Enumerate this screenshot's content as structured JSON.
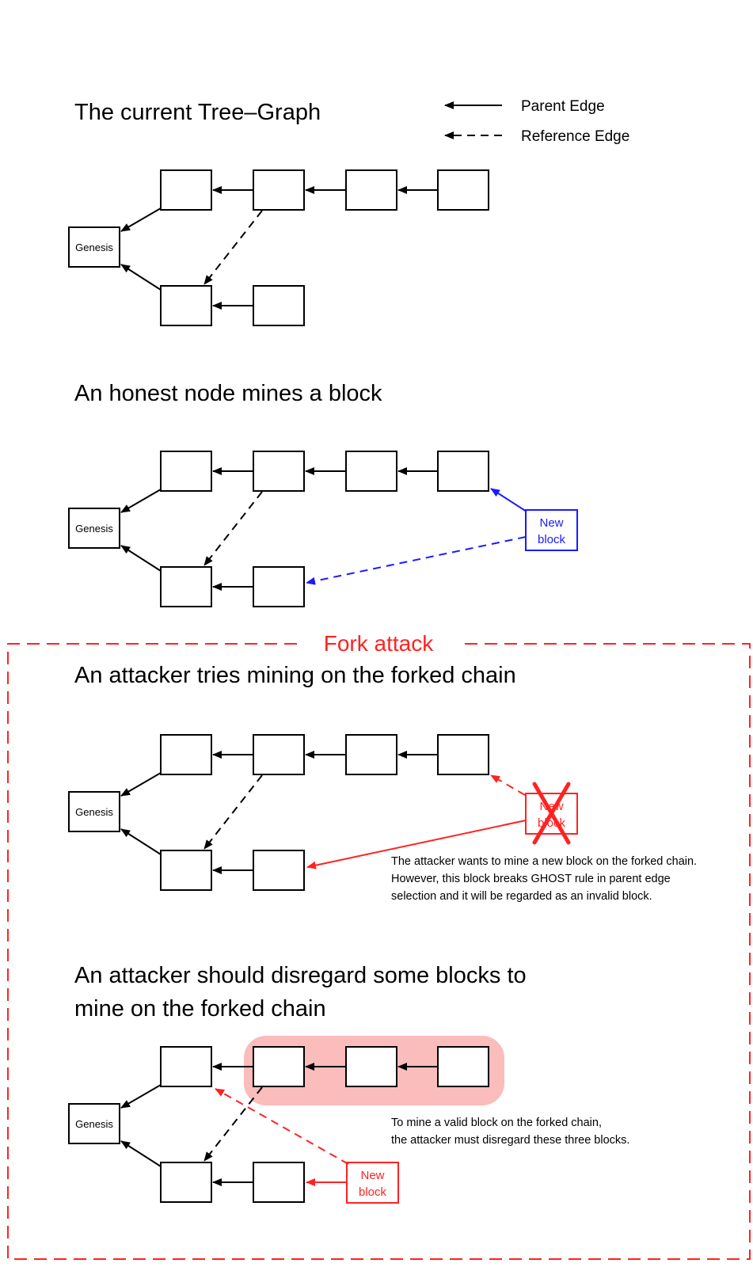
{
  "colors": {
    "default": "#000000",
    "honest": "#1a1aff",
    "attack": "#ff2222",
    "highlight": "#fbbcbc"
  },
  "legend": {
    "parent_edge": "Parent Edge",
    "reference_edge": "Reference Edge"
  },
  "genesis_label": "Genesis",
  "fork_attack_label": "Fork attack",
  "sections": [
    {
      "title_lines": [
        "The current Tree–Graph"
      ]
    },
    {
      "title_lines": [
        "An honest node mines a block"
      ],
      "new_block": [
        "New",
        "block"
      ]
    },
    {
      "title_lines": [
        "An attacker tries mining on the forked chain"
      ],
      "new_block": [
        "New",
        "block"
      ],
      "invalid_marker": "cross-icon",
      "note": [
        "The attacker wants to mine a new block on the forked chain.",
        "However, this block breaks GHOST rule in parent edge",
        "selection and it will be regarded as an invalid block."
      ]
    },
    {
      "title_lines": [
        "An attacker should disregard some blocks to",
        "mine on the forked chain"
      ],
      "new_block": [
        "New",
        "block"
      ],
      "note": [
        "To mine a valid block on the forked chain,",
        "the attacker must disregard these three blocks."
      ]
    }
  ]
}
